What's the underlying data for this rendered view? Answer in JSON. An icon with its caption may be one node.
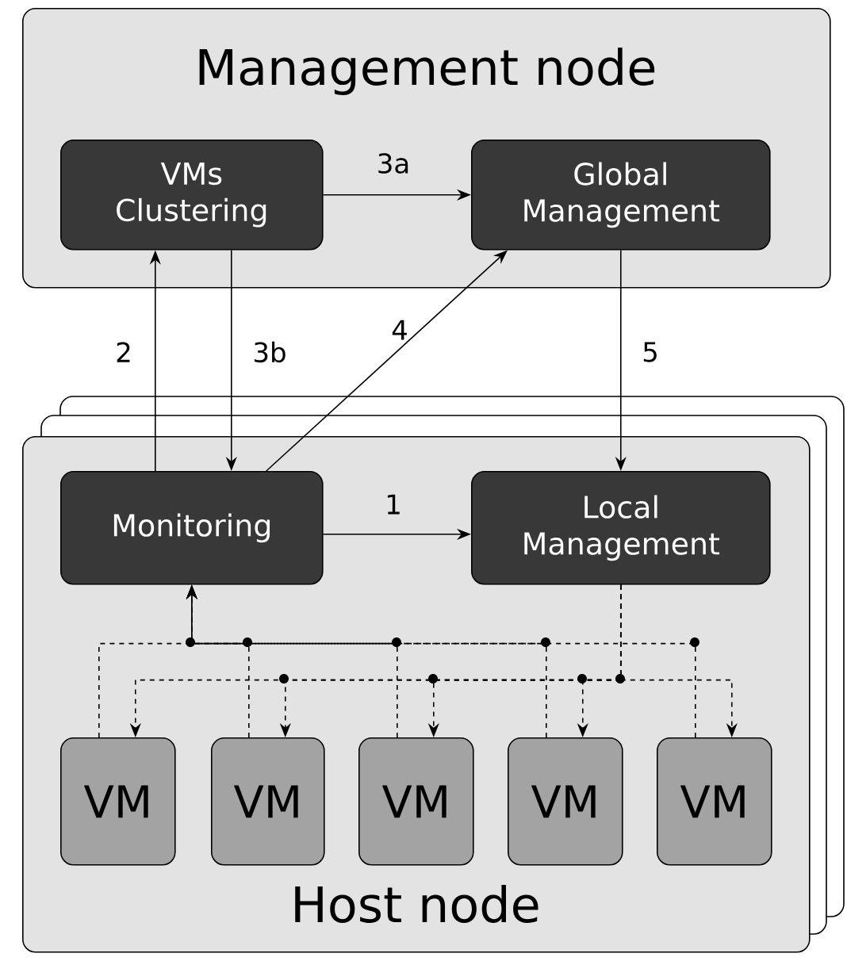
{
  "diagram": {
    "nodes": [
      {
        "text": [
          "Management node"
        ]
      },
      {
        "text": [
          "VMs Clustering"
        ],
        "in": 0
      },
      {
        "text": [
          "Global Management"
        ],
        "in": 0
      },
      {
        "text": [
          "Host node"
        ]
      },
      {
        "text": [
          "Monitoring"
        ],
        "in": 3
      },
      {
        "text": [
          "Local Management"
        ],
        "in": 3
      },
      {
        "text": [
          "VM"
        ],
        "in": 3
      },
      {
        "text": [
          "VM"
        ],
        "in": 3
      },
      {
        "text": [
          "VM"
        ],
        "in": 3
      },
      {
        "text": [
          "VM"
        ],
        "in": 3
      },
      {
        "text": [
          "VM"
        ],
        "in": 3
      }
    ],
    "edges": [
      {
        "from": 1,
        "to": 2,
        "arrow": "to",
        "label": "3a"
      },
      {
        "from": 4,
        "to": 1,
        "arrow": "to",
        "label": "2"
      },
      {
        "from": 1,
        "to": 4,
        "arrow": "to",
        "label": "3b"
      },
      {
        "from": 4,
        "to": 2,
        "arrow": "to",
        "label": "4"
      },
      {
        "from": 2,
        "to": 5,
        "arrow": "to",
        "label": "5"
      },
      {
        "from": 4,
        "to": 5,
        "arrow": "to",
        "label": "1"
      },
      {
        "from": 6,
        "to": 4,
        "arrow": "to",
        "style": "dashed"
      },
      {
        "from": 7,
        "to": 4,
        "arrow": "to",
        "style": "dashed"
      },
      {
        "from": 8,
        "to": 4,
        "arrow": "to",
        "style": "dashed"
      },
      {
        "from": 9,
        "to": 4,
        "arrow": "to",
        "style": "dashed"
      },
      {
        "from": 10,
        "to": 4,
        "arrow": "to",
        "style": "dashed"
      },
      {
        "from": 5,
        "to": 6,
        "arrow": "to",
        "style": "dashed"
      },
      {
        "from": 5,
        "to": 7,
        "arrow": "to",
        "style": "dashed"
      },
      {
        "from": 5,
        "to": 8,
        "arrow": "to",
        "style": "dashed"
      },
      {
        "from": 5,
        "to": 9,
        "arrow": "to",
        "style": "dashed"
      },
      {
        "from": 5,
        "to": 10,
        "arrow": "to",
        "style": "dashed"
      }
    ]
  }
}
